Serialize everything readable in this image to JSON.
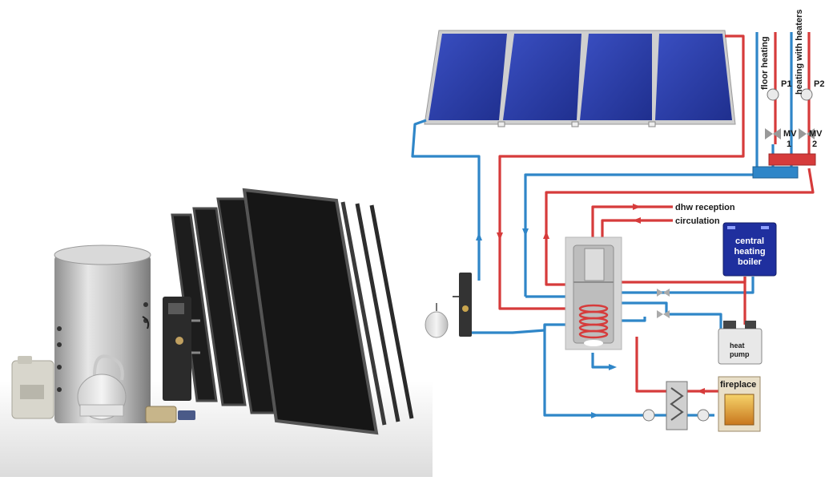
{
  "labels": {
    "floor_heating": "floor heating",
    "heating_with_heaters": "heating with heaters",
    "p1": "P1",
    "p2": "P2",
    "mv1_top": "MV",
    "mv1_bottom": "1",
    "mv2_top": "MV",
    "mv2_bottom": "2",
    "dhw_reception": "dhw reception",
    "circulation": "circulation",
    "boiler_line1": "central",
    "boiler_line2": "heating",
    "boiler_line3": "boiler",
    "heat_pump_line1": "heat",
    "heat_pump_line2": "pump",
    "fireplace": "fireplace"
  },
  "colors": {
    "hot_pipe": "#d63b3b",
    "cold_pipe": "#2f86c8",
    "collector_blue": "#2a3fa8",
    "boiler_box": "#1f2f9e",
    "tank_gray": "#c9c9c9",
    "ground": "#ececec"
  }
}
